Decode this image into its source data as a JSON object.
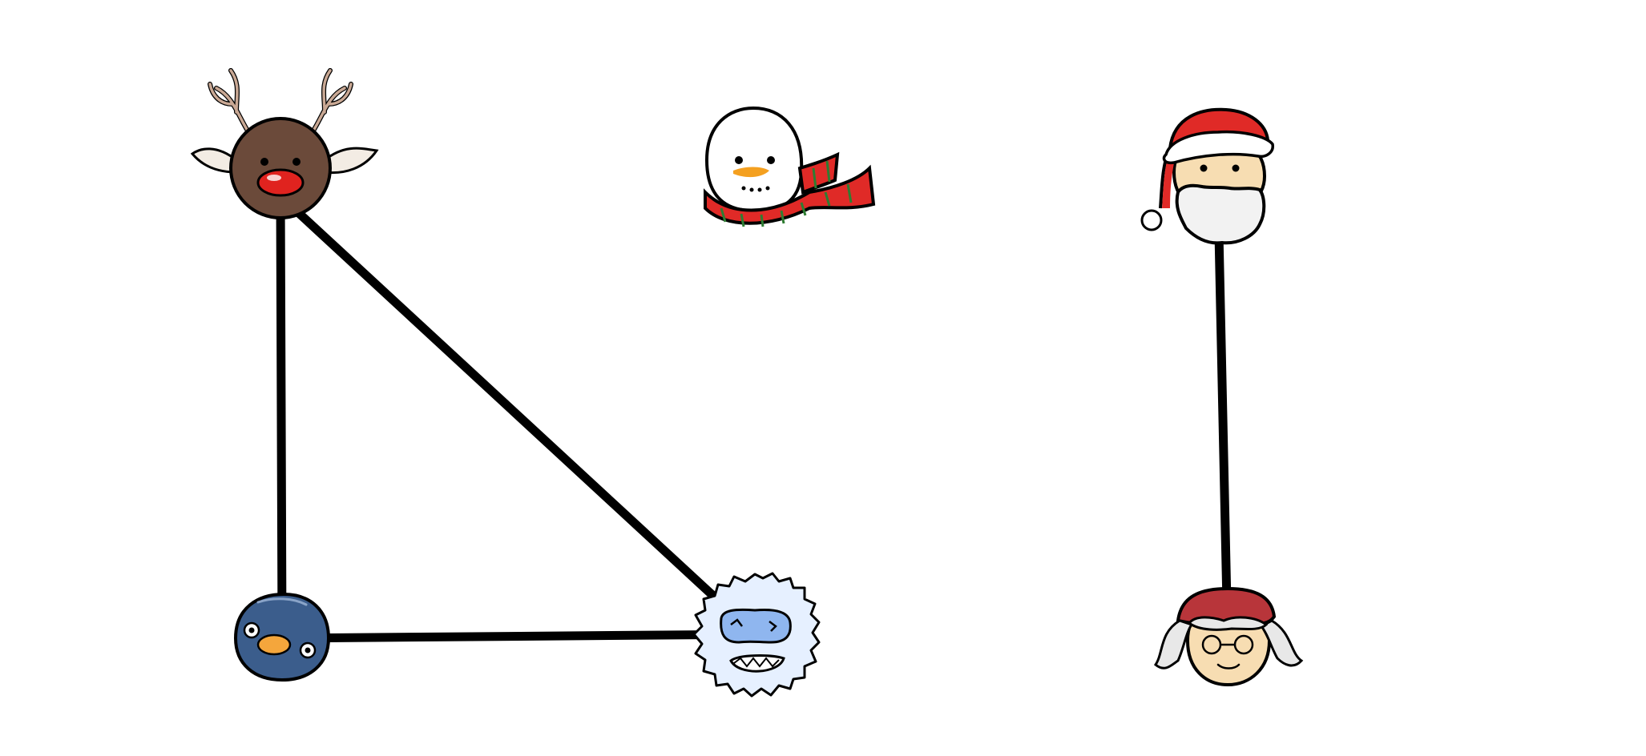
{
  "diagram": {
    "type": "graph",
    "nodes": [
      {
        "id": "reindeer",
        "icon": "reindeer-icon"
      },
      {
        "id": "snowman",
        "icon": "snowman-icon"
      },
      {
        "id": "santa",
        "icon": "santa-claus-icon"
      },
      {
        "id": "penguin",
        "icon": "penguin-icon"
      },
      {
        "id": "yeti",
        "icon": "yeti-icon"
      },
      {
        "id": "mrs-claus",
        "icon": "mrs-claus-icon"
      }
    ],
    "edges": [
      {
        "from": "reindeer",
        "to": "penguin"
      },
      {
        "from": "reindeer",
        "to": "yeti"
      },
      {
        "from": "penguin",
        "to": "yeti"
      },
      {
        "from": "santa",
        "to": "mrs-claus"
      }
    ],
    "colors": {
      "edge": "#000000",
      "reindeer_fur": "#6b4a3a",
      "reindeer_nose": "#e0231f",
      "antler": "#c9a894",
      "penguin_body": "#3b5d8c",
      "beak": "#f4a63c",
      "snowman_nose": "#f4a020",
      "scarf_red": "#e02a27",
      "scarf_green": "#2e7d32",
      "santa_hat": "#e02a27",
      "skin": "#f7ddb2",
      "beard": "#f2f2f2",
      "yeti_fur": "#e6f0ff",
      "yeti_face": "#8fb6ef",
      "mrs_claus_hat": "#b8353a",
      "mrs_claus_hair": "#e8e8e8"
    }
  }
}
